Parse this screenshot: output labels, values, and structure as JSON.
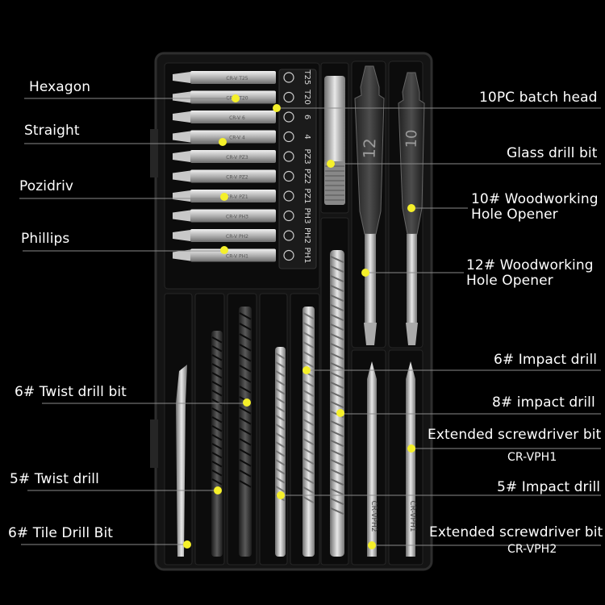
{
  "accent_color": "#f5f02a",
  "case_color": "#141414",
  "left_labels": {
    "hexagon": "Hexagon",
    "straight": "Straight",
    "pozidriv": "Pozidriv",
    "phillips": "Phillips",
    "twist6": "6# Twist drill bit",
    "twist5": "5# Twist drill",
    "tile6": "6# Tile Drill Bit"
  },
  "right_labels": {
    "batch": "10PC batch head",
    "glass": "Glass drill bit",
    "wood10_a": "10# Woodworking",
    "wood10_b": "Hole Opener",
    "wood12_a": "12# Woodworking",
    "wood12_b": "Hole Opener",
    "impact6": "6#  Impact drill",
    "impact8": "8#  impact drill",
    "ext1": "Extended screwdriver bit",
    "ext1_code": "CR-VPH1",
    "impact5": "5# Impact drill",
    "ext2": "Extended screwdriver bit",
    "ext2_code": "CR-VPH2"
  },
  "bit_codes": [
    "T25",
    "T20",
    "6",
    "4",
    "PZ3",
    "PZ2",
    "PZ1",
    "PH3",
    "PH2",
    "PH1"
  ],
  "bit_markings": [
    "CR-V T25",
    "CR-V T20",
    "CR-V 6",
    "CR-V 4",
    "CR-V PZ3",
    "CR-V PZ2",
    "CR-V PZ1",
    "CR-V PH3",
    "CR-V PH2",
    "CR-V PH1"
  ],
  "wood_sizes": [
    "12",
    "10"
  ],
  "ext_markings": [
    "CR-VPH2",
    "CR-VPH1"
  ]
}
